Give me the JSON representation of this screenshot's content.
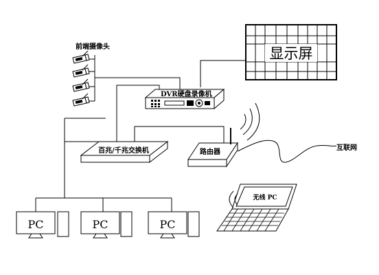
{
  "labels": {
    "cameras": "前端摄像头",
    "display": "显示屏",
    "dvr": "DVR硬盘录像机",
    "switch": "百兆/千兆交换机",
    "router": "路由器",
    "internet": "互联网",
    "wireless_pc": "无线 PC",
    "pc1": "PC",
    "pc2": "PC",
    "pc3": "PC"
  }
}
